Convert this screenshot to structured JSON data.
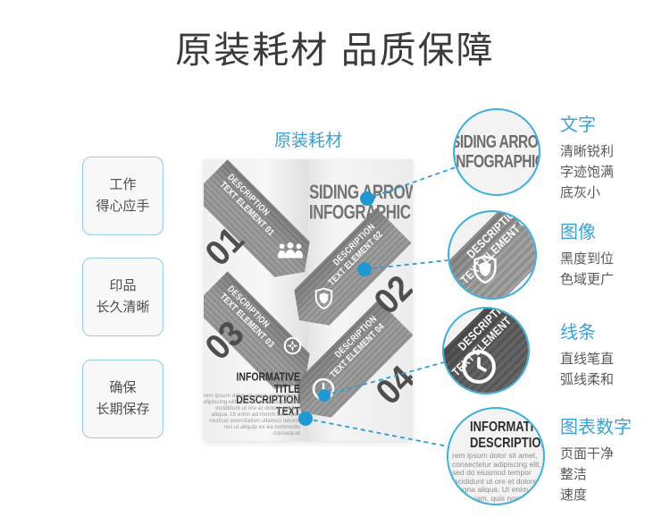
{
  "title": "原装耗材  品质保障",
  "center_label": "原装耗材",
  "left_boxes": [
    {
      "line1": "工作",
      "line2": "得心应手"
    },
    {
      "line1": "印品",
      "line2": "长久清晰"
    },
    {
      "line1": "确保",
      "line2": "长期保存"
    }
  ],
  "infographic": {
    "title_line1": "SIDING ARROW",
    "title_line2": "INFOGRAPHIC",
    "ribbons": [
      {
        "number": "01",
        "label_line1": "DESCRIPTION",
        "label_line2": "TEXT ELEMENT 01",
        "icon": "people-icon"
      },
      {
        "number": "02",
        "label_line1": "DESCRIPTION",
        "label_line2": "TEXT ELEMENT 02",
        "icon": "shield-icon"
      },
      {
        "number": "03",
        "label_line1": "DESCRIPTION",
        "label_line2": "TEXT ELEMENT 03",
        "icon": "wheel-icon"
      },
      {
        "number": "04",
        "label_line1": "DESCRIPTION",
        "label_line2": "TEXT ELEMENT 04",
        "icon": "clock-icon"
      }
    ],
    "footer_title_line1": "INFORMATIVE TITLE",
    "footer_title_line2": "DESCRIPTION TEXT",
    "footer_text": "rem ipsum dolor sit amet, consectetur adipiscing elit, sed do eiusmod tempor incididunt ut ore et dolore magna aliqua. Ut enim ad minim iam, quis nostrud exercitation ullamco laboris nisi ut aliquip ex ea commodo consequat"
  },
  "callouts": [
    {
      "label": "文字",
      "lines": [
        "清晰锐利",
        "字迹饱满",
        "底灰小"
      ]
    },
    {
      "label": "图像",
      "lines": [
        "黑度到位",
        "色域更广"
      ]
    },
    {
      "label": "线条",
      "lines": [
        "直线笔直",
        "弧线柔和"
      ]
    },
    {
      "label": "图表数字",
      "lines": [
        "页面干净",
        "整洁",
        "速度"
      ]
    }
  ],
  "colors": {
    "accent_blue": "#2e9fd3",
    "ring_blue": "#3cb0da",
    "label_blue": "#3aa2d8",
    "panel_gray": "#efefef",
    "ribbon_gray": "#949494",
    "number_gray": "#4e4e4e"
  }
}
